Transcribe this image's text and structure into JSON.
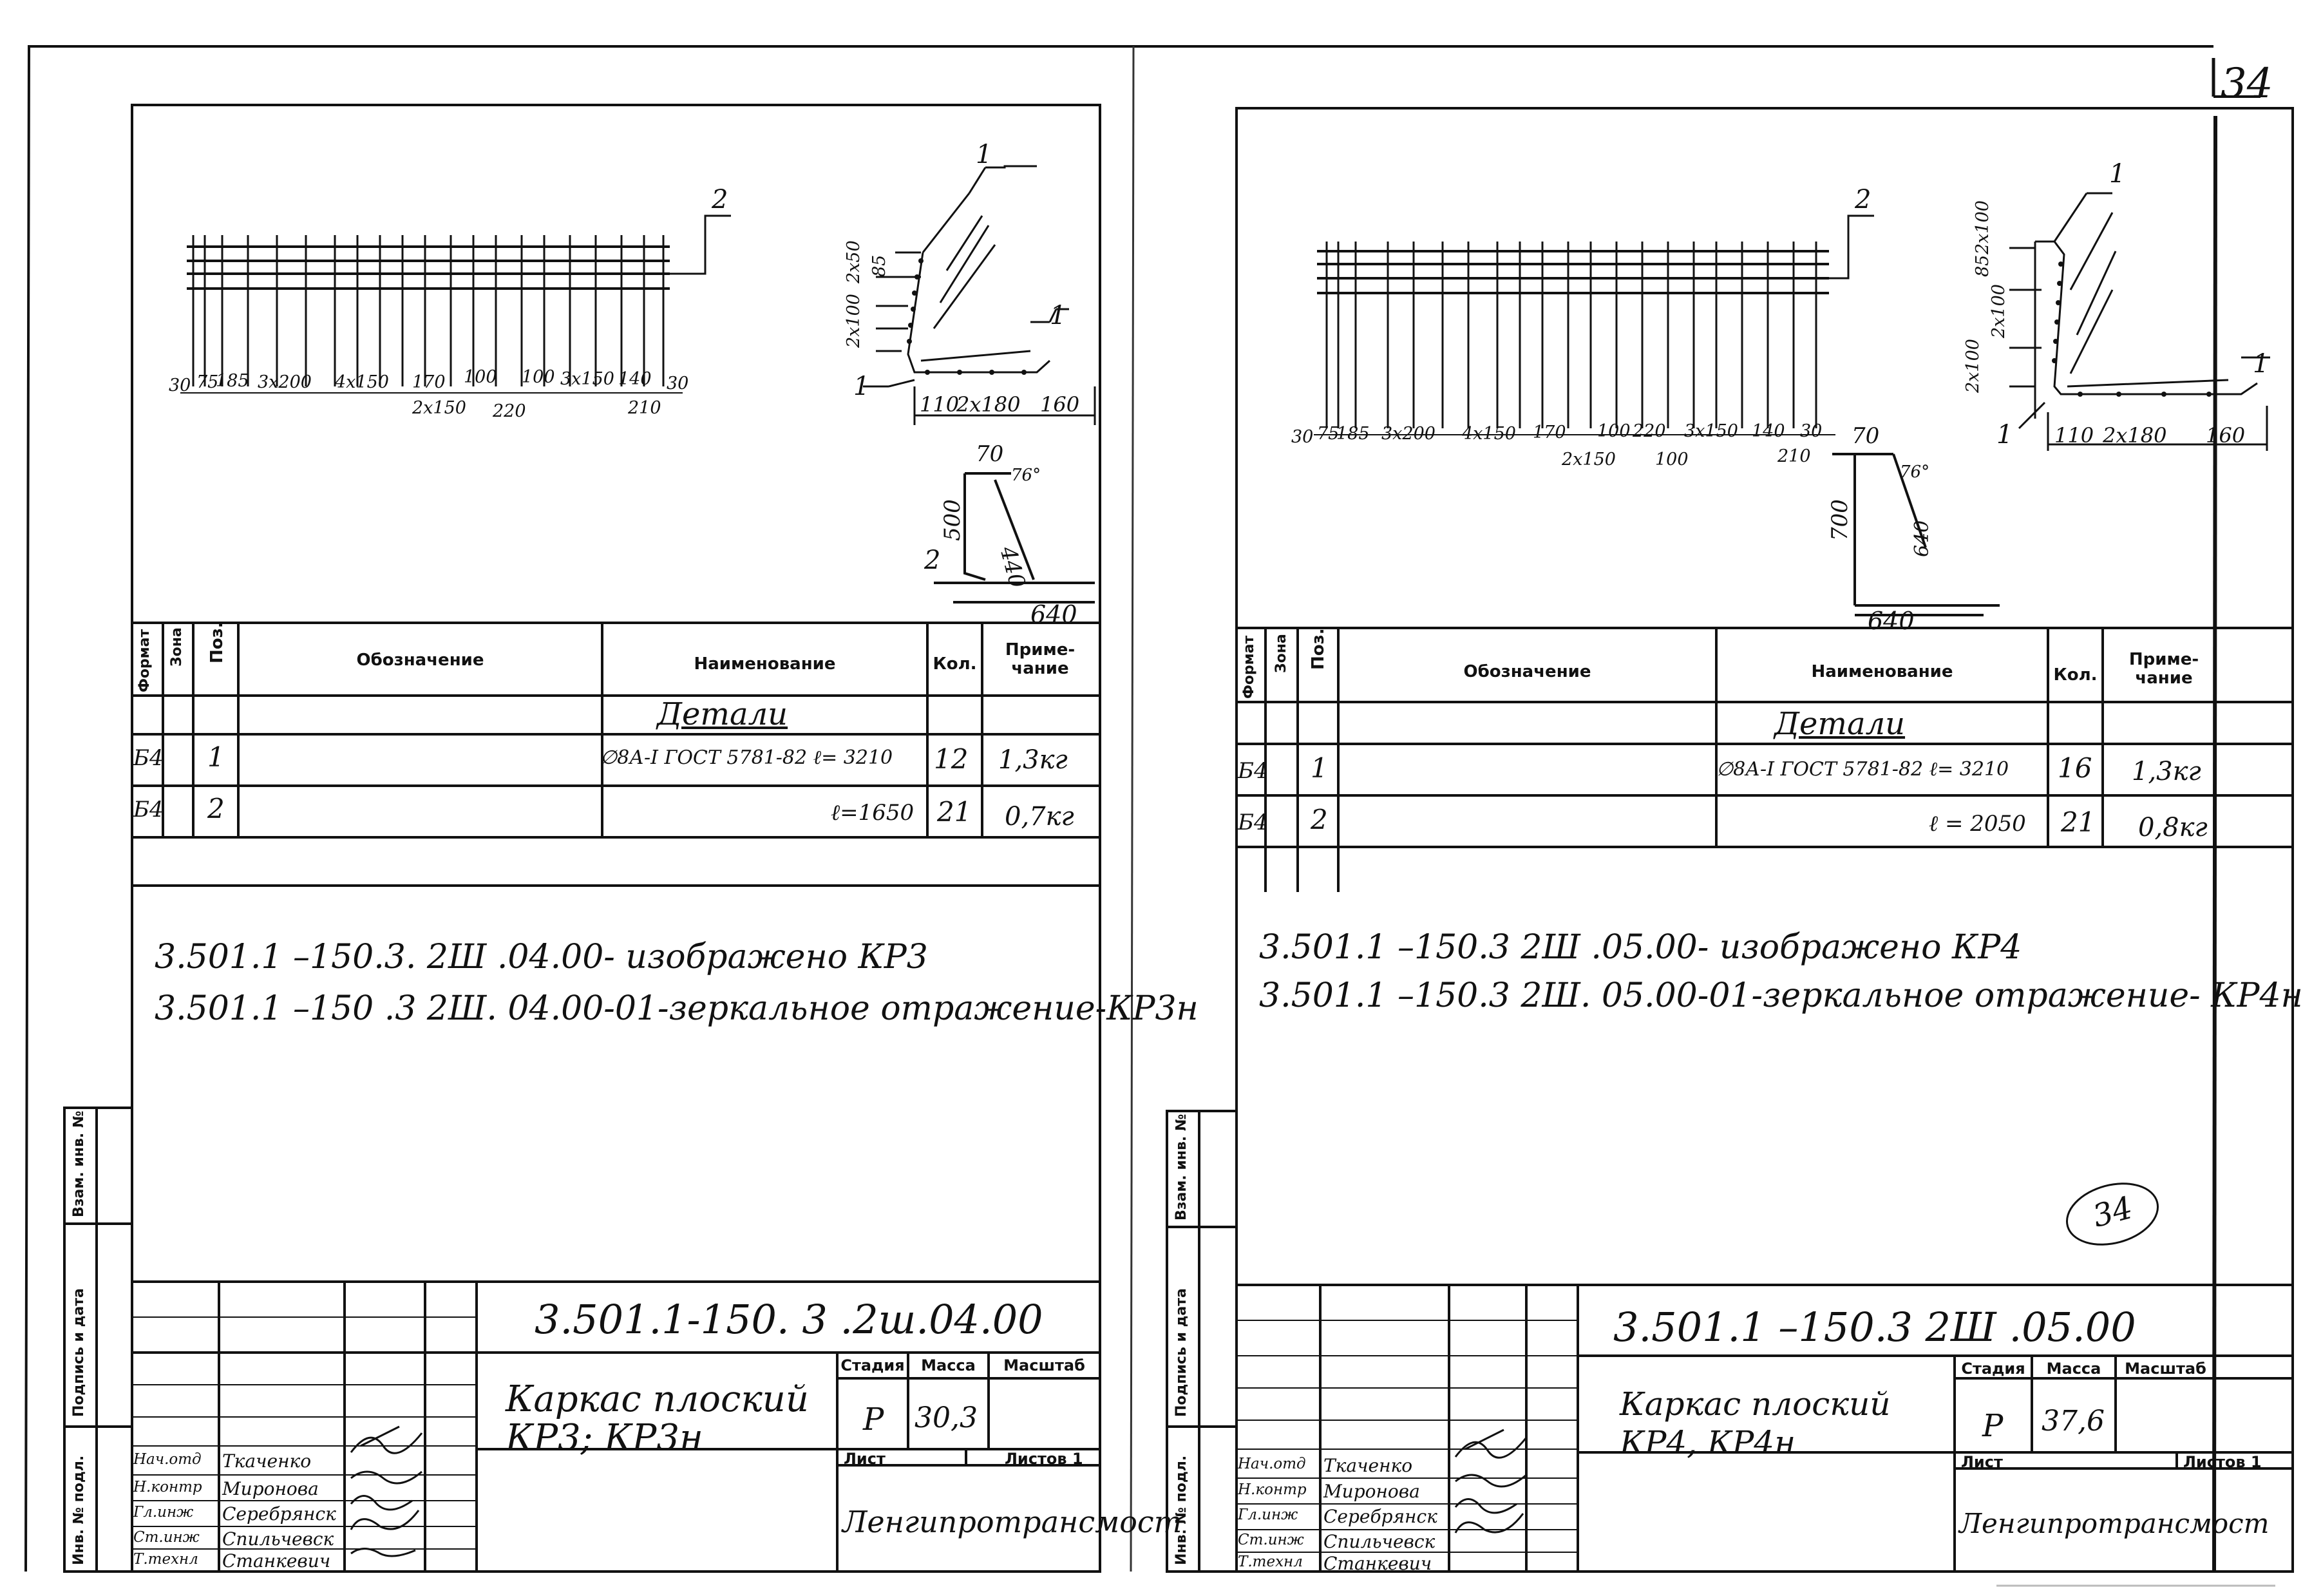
{
  "page_number": "34",
  "circled_mark": "34",
  "side_margin_labels": [
    "Инв. № подл.",
    "Подпись и дата",
    "Взам. инв. №"
  ],
  "spec_headers": {
    "format": "Формат",
    "zone": "Зона",
    "pos": "Поз.",
    "designation": "Обозначение",
    "name": "Наименование",
    "qty": "Кол.",
    "note": "Приме-чание"
  },
  "stamp_headers": {
    "stage": "Стадия",
    "mass": "Масса",
    "scale": "Масштаб",
    "sheet": "Лист",
    "sheets": "Листов 1"
  },
  "left_sheet": {
    "callouts": [
      "2",
      "1",
      "1",
      "1",
      "2"
    ],
    "bottom_dims": [
      "30",
      "75",
      "185",
      "3x200",
      "4x150",
      "170",
      "100",
      "100",
      "3x150",
      "140",
      "30"
    ],
    "bottom_dims_lower": [
      "2x150",
      "220",
      "210"
    ],
    "side_dims": [
      "2x100",
      "2x50",
      "85"
    ],
    "base_dims": [
      "110",
      "2x180",
      "160"
    ],
    "bent_dims": [
      "70",
      "76°",
      "500",
      "440",
      "640"
    ],
    "section_title": "Детали",
    "rows": [
      {
        "fmt": "Б4",
        "pos": "1",
        "name": "∅8А-I ГОСТ 5781-82 ℓ= 3210",
        "qty": "12",
        "note": "1,3кг"
      },
      {
        "fmt": "Б4",
        "pos": "2",
        "name": "ℓ=1650",
        "qty": "21",
        "note": "0,7кг"
      }
    ],
    "notes": [
      "3.501.1 –150.3. 2Ш .04.00- изображено  КР3",
      "3.501.1 –150 .3 2Ш. 04.00-01-зеркальное отражение-КР3н"
    ],
    "doc_code": "3.501.1-150. 3 .2ш.04.00",
    "title_lines": [
      "Каркас  плоский",
      "КР3;   КР3н"
    ],
    "stage": "Р",
    "mass": "30,3",
    "org": "Ленгипротрансмост",
    "staff": [
      {
        "role": "Нач.отд",
        "name": "Ткаченко"
      },
      {
        "role": "Н.контр",
        "name": "Миронова"
      },
      {
        "role": "Гл.инж",
        "name": "Серебрянск"
      },
      {
        "role": "Ст.инж",
        "name": "Спильчевск"
      },
      {
        "role": "Т.технл",
        "name": "Станкевич"
      }
    ]
  },
  "right_sheet": {
    "callouts": [
      "2",
      "1",
      "1",
      "1"
    ],
    "bottom_dims": [
      "30",
      "75",
      "185",
      "3x200",
      "4x150",
      "170",
      "100",
      "220",
      "3x150",
      "140",
      "30"
    ],
    "bottom_dims_lower": [
      "2x150",
      "100",
      "210"
    ],
    "side_dims": [
      "2x100",
      "85",
      "2x100",
      "2x100"
    ],
    "base_dims": [
      "110",
      "2x180",
      "160"
    ],
    "bent_dims": [
      "70",
      "76°",
      "700",
      "640",
      "640"
    ],
    "section_title": "Детали",
    "rows": [
      {
        "fmt": "Б4",
        "pos": "1",
        "name": "∅8А-I ГОСТ 5781-82 ℓ= 3210",
        "qty": "16",
        "note": "1,3кг"
      },
      {
        "fmt": "Б4",
        "pos": "2",
        "name": "ℓ = 2050",
        "qty": "21",
        "note": "0,8кг"
      }
    ],
    "notes": [
      "3.501.1 –150.3 2Ш .05.00- изображено  КР4",
      "3.501.1 –150.3 2Ш. 05.00-01-зеркальное отражение- КР4н"
    ],
    "doc_code": "3.501.1 –150.3  2Ш .05.00",
    "title_lines": [
      "Каркас  плоский",
      "КР4,   КР4н"
    ],
    "stage": "Р",
    "mass": "37,6",
    "org": "Ленгипротрансмост",
    "staff": [
      {
        "role": "Нач.отд",
        "name": "Ткаченко"
      },
      {
        "role": "Н.контр",
        "name": "Миронова"
      },
      {
        "role": "Гл.инж",
        "name": "Серебрянск"
      },
      {
        "role": "Ст.инж",
        "name": "Спильчевск"
      },
      {
        "role": "Т.технл",
        "name": "Станкевич"
      }
    ]
  }
}
